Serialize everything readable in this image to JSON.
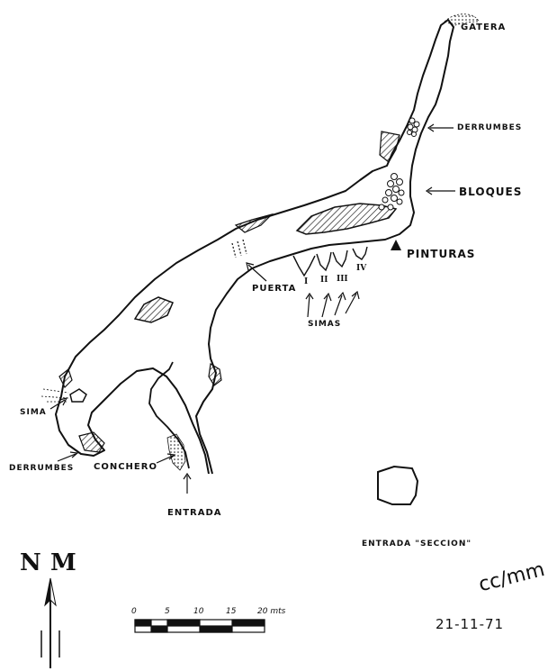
{
  "map": {
    "labels": {
      "gatera": "GATERA",
      "derrumbes_top": "DERRUMBES",
      "bloques": "BLOQUES",
      "pinturas": "PINTURAS",
      "puerta": "PUERTA",
      "simas": "SIMAS",
      "sima": "SIMA",
      "derrumbes_left": "DERRUMBES",
      "conchero": "CONCHERO",
      "entrada": "ENTRADA",
      "entrada_seccion": "ENTRADA \"SECCION\""
    },
    "sima_numbers": [
      "I",
      "II",
      "III",
      "IV"
    ],
    "north": {
      "geographic": "N",
      "magnetic": "M"
    },
    "scale": {
      "ticks": [
        "0",
        "5",
        "10",
        "15",
        "20 mts"
      ]
    },
    "author": "cc/mm",
    "date": "21-11-71"
  }
}
